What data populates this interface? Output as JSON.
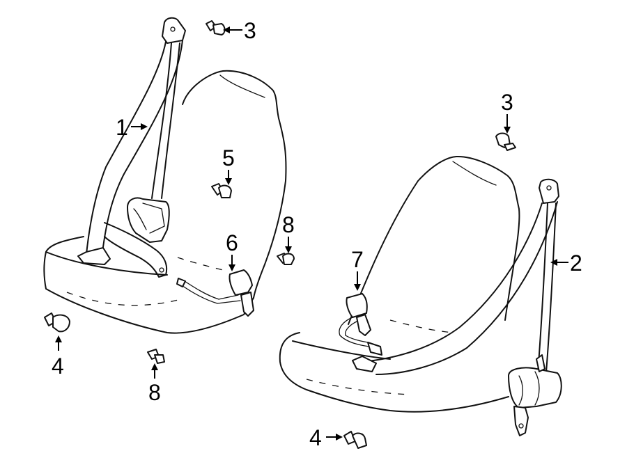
{
  "callouts": {
    "c1": "1",
    "c2": "2",
    "c3a": "3",
    "c3b": "3",
    "c4a": "4",
    "c4b": "4",
    "c5": "5",
    "c6": "6",
    "c7": "7",
    "c8a": "8",
    "c8b": "8"
  }
}
